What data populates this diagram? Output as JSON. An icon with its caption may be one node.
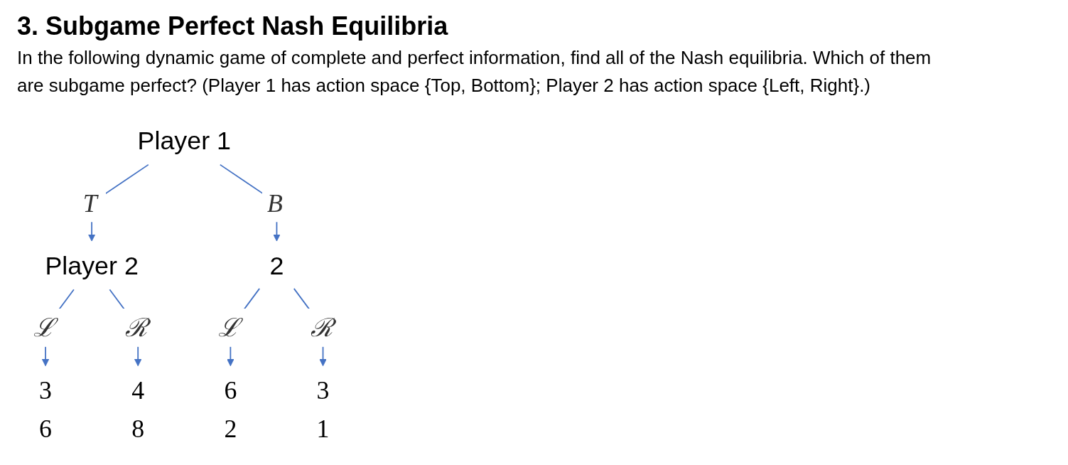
{
  "diagram": {
    "title": "3. Subgame Perfect Nash Equilibria",
    "nodes": [
      {
        "text": [
          "Player 1"
        ]
      },
      {
        "text": [
          "Player 2"
        ]
      },
      {
        "text": [
          "2"
        ]
      },
      {
        "text": [
          "3",
          "6"
        ]
      },
      {
        "text": [
          "4",
          "8"
        ]
      },
      {
        "text": [
          "6",
          "2"
        ]
      },
      {
        "text": [
          "3",
          "1"
        ]
      }
    ],
    "edges": [
      {
        "from": 0,
        "to": 1,
        "arrow": "to",
        "label": "T"
      },
      {
        "from": 0,
        "to": 2,
        "arrow": "to",
        "label": "B"
      },
      {
        "from": 1,
        "to": 3,
        "arrow": "to",
        "label": "ℒ"
      },
      {
        "from": 1,
        "to": 4,
        "arrow": "to",
        "label": "ℛ"
      },
      {
        "from": 2,
        "to": 5,
        "arrow": "to",
        "label": "ℒ"
      },
      {
        "from": 2,
        "to": 6,
        "arrow": "to",
        "label": "ℛ"
      }
    ],
    "labels": [
      "In the following dynamic game of complete and perfect information, find all of the Nash equilibria. Which of them are subgame perfect? (Player 1 has action space {Top, Bottom}; Player 2 has action space {Left, Right}.)"
    ]
  }
}
